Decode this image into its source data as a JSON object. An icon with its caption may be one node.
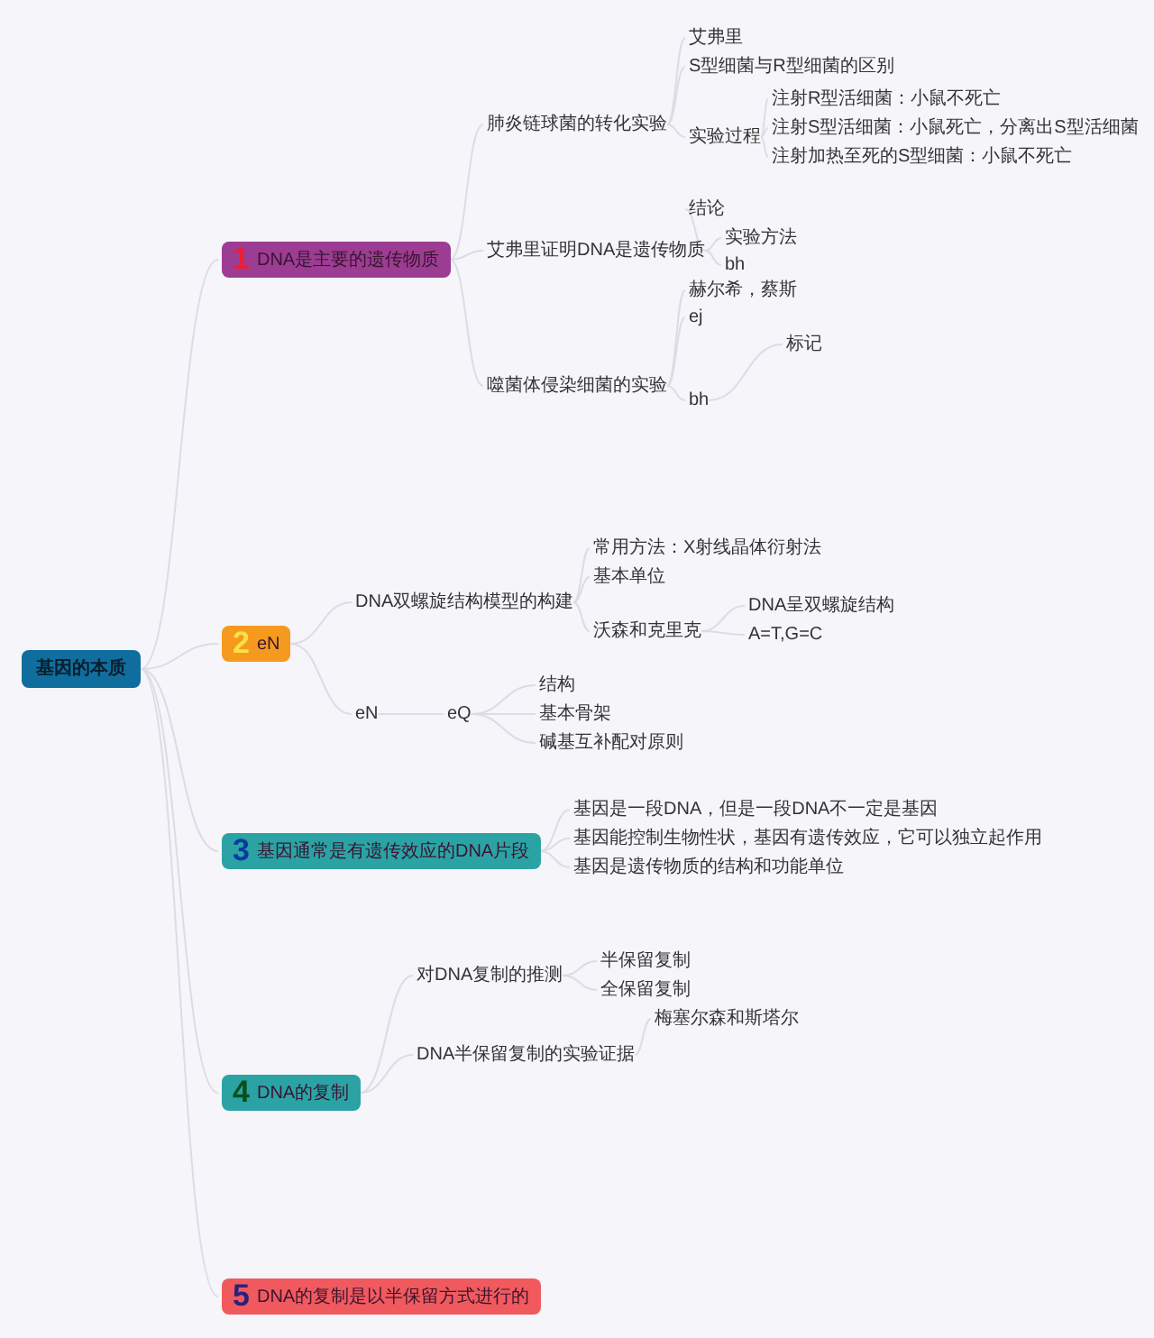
{
  "diagram": {
    "nodes": [
      {
        "text": [
          "基因的本质"
        ]
      },
      {
        "text": [
          "1",
          "DNA是主要的遗传物质"
        ]
      },
      {
        "text": [
          "肺炎链球菌的转化实验"
        ]
      },
      {
        "text": [
          "艾弗里"
        ]
      },
      {
        "text": [
          "S型细菌与R型细菌的区别"
        ]
      },
      {
        "text": [
          "实验过程"
        ]
      },
      {
        "text": [
          "注射R型活细菌：小鼠不死亡"
        ]
      },
      {
        "text": [
          "注射S型活细菌：小鼠死亡，分离出S型活细菌"
        ]
      },
      {
        "text": [
          "注射加热至死的S型细菌：小鼠不死亡"
        ]
      },
      {
        "text": [
          "艾弗里证明DNA是遗传物质"
        ]
      },
      {
        "text": [
          "结论"
        ]
      },
      {
        "text": [
          "实验方法"
        ]
      },
      {
        "text": [
          "bh"
        ]
      },
      {
        "text": [
          "噬菌体侵染细菌的实验"
        ]
      },
      {
        "text": [
          "赫尔希，蔡斯"
        ]
      },
      {
        "text": [
          "ej"
        ]
      },
      {
        "text": [
          "bh"
        ]
      },
      {
        "text": [
          "标记"
        ]
      },
      {
        "text": [
          "2",
          "eN"
        ]
      },
      {
        "text": [
          "DNA双螺旋结构模型的构建"
        ]
      },
      {
        "text": [
          "常用方法：X射线晶体衍射法"
        ]
      },
      {
        "text": [
          "基本单位"
        ]
      },
      {
        "text": [
          "沃森和克里克"
        ]
      },
      {
        "text": [
          "DNA呈双螺旋结构"
        ]
      },
      {
        "text": [
          "A=T,G=C"
        ]
      },
      {
        "text": [
          "eN"
        ]
      },
      {
        "text": [
          "eQ"
        ]
      },
      {
        "text": [
          "结构"
        ]
      },
      {
        "text": [
          "基本骨架"
        ]
      },
      {
        "text": [
          "碱基互补配对原则"
        ]
      },
      {
        "text": [
          "3",
          "基因通常是有遗传效应的DNA片段"
        ]
      },
      {
        "text": [
          "基因是一段DNA，但是一段DNA不一定是基因"
        ]
      },
      {
        "text": [
          "基因能控制生物性状，基因有遗传效应，它可以独立起作用"
        ]
      },
      {
        "text": [
          "基因是遗传物质的结构和功能单位"
        ]
      },
      {
        "text": [
          "4",
          "DNA的复制"
        ]
      },
      {
        "text": [
          "对DNA复制的推测"
        ]
      },
      {
        "text": [
          "半保留复制"
        ]
      },
      {
        "text": [
          "全保留复制"
        ]
      },
      {
        "text": [
          "DNA半保留复制的实验证据"
        ]
      },
      {
        "text": [
          "梅塞尔森和斯塔尔"
        ]
      },
      {
        "text": [
          "5",
          "DNA的复制是以半保留方式进行的"
        ]
      }
    ],
    "edges": [
      {
        "from": 0,
        "to": 1,
        "arrow": "none"
      },
      {
        "from": 0,
        "to": 18,
        "arrow": "none"
      },
      {
        "from": 0,
        "to": 30,
        "arrow": "none"
      },
      {
        "from": 0,
        "to": 34,
        "arrow": "none"
      },
      {
        "from": 0,
        "to": 40,
        "arrow": "none"
      },
      {
        "from": 1,
        "to": 2,
        "arrow": "none"
      },
      {
        "from": 1,
        "to": 9,
        "arrow": "none"
      },
      {
        "from": 1,
        "to": 13,
        "arrow": "none"
      },
      {
        "from": 2,
        "to": 3,
        "arrow": "none"
      },
      {
        "from": 2,
        "to": 4,
        "arrow": "none"
      },
      {
        "from": 2,
        "to": 5,
        "arrow": "none"
      },
      {
        "from": 5,
        "to": 6,
        "arrow": "none"
      },
      {
        "from": 5,
        "to": 7,
        "arrow": "none"
      },
      {
        "from": 5,
        "to": 8,
        "arrow": "none"
      },
      {
        "from": 9,
        "to": 10,
        "arrow": "none"
      },
      {
        "from": 9,
        "to": 11,
        "arrow": "none"
      },
      {
        "from": 9,
        "to": 12,
        "arrow": "none"
      },
      {
        "from": 13,
        "to": 14,
        "arrow": "none"
      },
      {
        "from": 13,
        "to": 15,
        "arrow": "none"
      },
      {
        "from": 13,
        "to": 16,
        "arrow": "none"
      },
      {
        "from": 16,
        "to": 17,
        "arrow": "none"
      },
      {
        "from": 18,
        "to": 19,
        "arrow": "none"
      },
      {
        "from": 18,
        "to": 25,
        "arrow": "none"
      },
      {
        "from": 19,
        "to": 20,
        "arrow": "none"
      },
      {
        "from": 19,
        "to": 21,
        "arrow": "none"
      },
      {
        "from": 19,
        "to": 22,
        "arrow": "none"
      },
      {
        "from": 22,
        "to": 23,
        "arrow": "none"
      },
      {
        "from": 22,
        "to": 24,
        "arrow": "none"
      },
      {
        "from": 25,
        "to": 26,
        "arrow": "none"
      },
      {
        "from": 26,
        "to": 27,
        "arrow": "none"
      },
      {
        "from": 26,
        "to": 28,
        "arrow": "none"
      },
      {
        "from": 26,
        "to": 29,
        "arrow": "none"
      },
      {
        "from": 30,
        "to": 31,
        "arrow": "none"
      },
      {
        "from": 30,
        "to": 32,
        "arrow": "none"
      },
      {
        "from": 30,
        "to": 33,
        "arrow": "none"
      },
      {
        "from": 34,
        "to": 35,
        "arrow": "none"
      },
      {
        "from": 34,
        "to": 38,
        "arrow": "none"
      },
      {
        "from": 35,
        "to": 36,
        "arrow": "none"
      },
      {
        "from": 35,
        "to": 37,
        "arrow": "none"
      },
      {
        "from": 38,
        "to": 39,
        "arrow": "none"
      }
    ]
  }
}
